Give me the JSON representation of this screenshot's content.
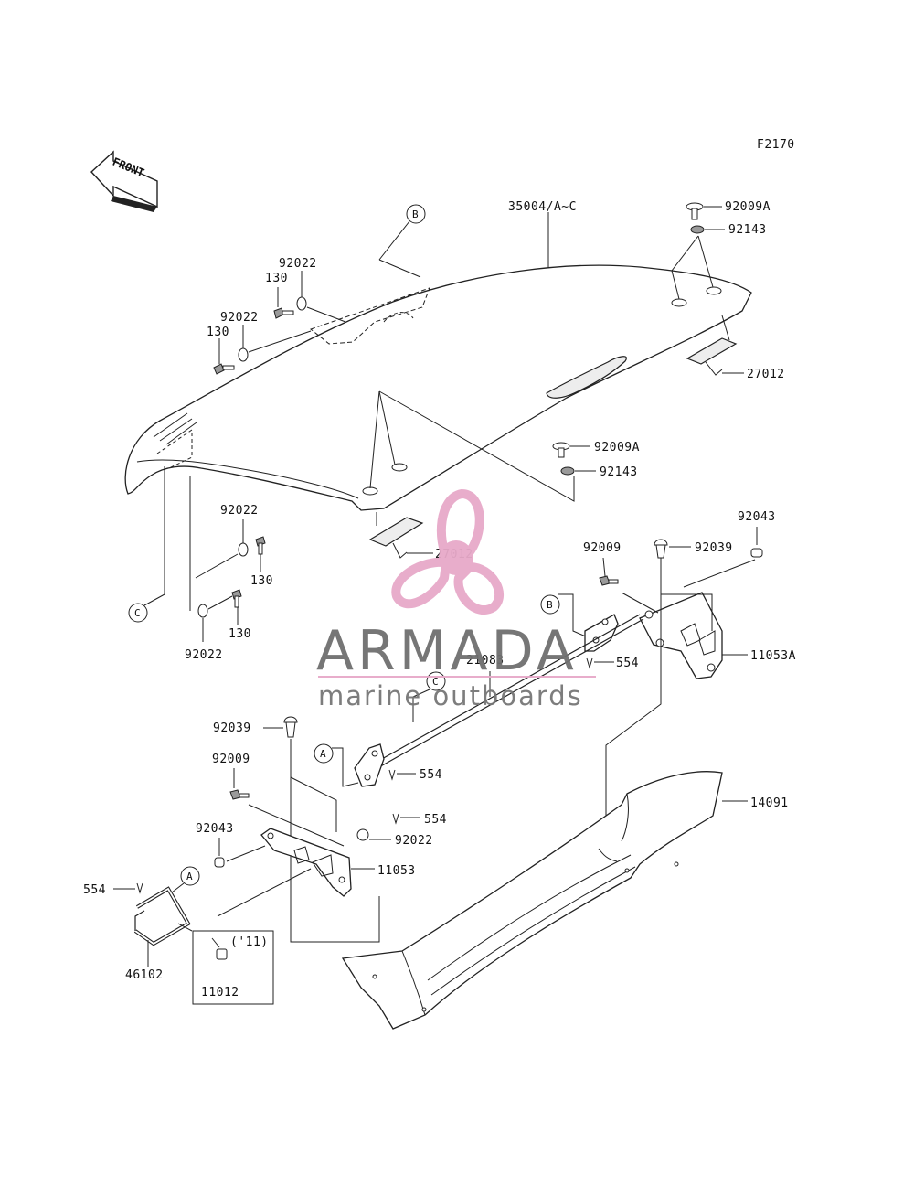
{
  "figure_code": "F2170",
  "front_label": "FRONT",
  "watermark": {
    "brand": "ARMADA",
    "tagline": "marine outboards",
    "accent_color": "#e7a9c9",
    "text_color": "#6f6f6f"
  },
  "callouts": {
    "A": "A",
    "B": "B",
    "C": "C"
  },
  "parts": {
    "p92009A_top": "92009A",
    "p92143_top": "92143",
    "p35004": "35004/A~C",
    "p27012_right": "27012",
    "p92009A_mid": "92009A",
    "p92143_mid": "92143",
    "p27012_center": "27012",
    "p92022_a": "92022",
    "p130_a": "130",
    "p92022_b": "92022",
    "p130_b": "130",
    "p92022_c": "92022",
    "p130_c": "130",
    "p130_d": "130",
    "p92022_d": "92022",
    "p92043_right": "92043",
    "p92009_right": "92009",
    "p92039_right": "92039",
    "p11053A": "11053A",
    "p554_right": "554",
    "p21083": "21083",
    "p92039_left": "92039",
    "p554_mid": "554",
    "p92009_left": "92009",
    "p554_low": "554",
    "p92022_low": "92022",
    "p92043_left": "92043",
    "p11053": "11053",
    "p14091": "14091",
    "p554_left": "554",
    "p46102": "46102",
    "year_note": "('11)",
    "p11012": "11012"
  }
}
